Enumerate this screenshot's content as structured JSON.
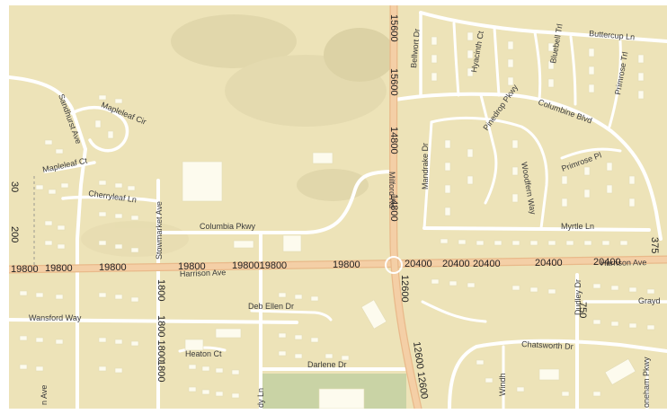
{
  "colors": {
    "land": "#ede3b8",
    "road_fill": "#ffffff",
    "arterial_fill": "#f4cfa6",
    "arterial_casing": "#e9b98a",
    "building": "#fdfbee",
    "building_edge": "#e3dcb6",
    "park": "#c9d3a5",
    "terrain_shadow": "#d8cfa2"
  },
  "streets": {
    "maple_leaf_cir": "Mapleleaf Cir",
    "sandhurst_ave": "Sandhurst Ave",
    "maple_leaf_ct": "Mapleleaf Ct",
    "cherry_leaf_ln": "Cherryleaf Ln",
    "stowmarket_ave": "Stowmarket Ave",
    "columbia_pkwy": "Columbia Pkwy",
    "harrison_ave_w": "Harrison Ave",
    "harrison_ave_e": "Harrison Ave",
    "wansford_way": "Wansford Way",
    "deb_ellen_dr": "Deb Ellen Dr",
    "heaton_ct": "Heaton Ct",
    "darlene_dr": "Darlene Dr",
    "bellwort_dr": "Bellwort Dr",
    "hyacinth_ct": "Hyacinth Ct",
    "bluebell_trl": "Bluebell Trl",
    "buttercup_ln": "Buttercup Ln",
    "pinedrop_pkwy": "Pinedrop Pkwy",
    "columbine_blvd": "Columbine Blvd",
    "primrose_trl": "Primrose Trl",
    "primrose_pl": "Primrose Pl",
    "mandrake_dr": "Mandrake Dr",
    "woodfern_way": "Woodfern Way",
    "milford_rd": "Milford Rd",
    "myrtle_ln": "Myrtle Ln",
    "dudley_dr": "Dudley Dr",
    "grayd": "Grayd",
    "chatsworth_dr": "Chatsworth Dr",
    "windham": "Windh",
    "oneham_pkwy": "oneham Pkwy",
    "ave_left": "n Ave",
    "dy_ln": "dy Ln"
  },
  "address_numbers": {
    "n19800": "19800",
    "n20400": "20400",
    "n1980019800": "1980019800",
    "n15600": "15600",
    "n14800": "14800",
    "n12600": "12600",
    "n12600b": "12600 12600",
    "n1800": "1800",
    "n18001800": "1800 1800",
    "n750": "750",
    "n375": "375",
    "n200": "200",
    "n30": "30"
  }
}
